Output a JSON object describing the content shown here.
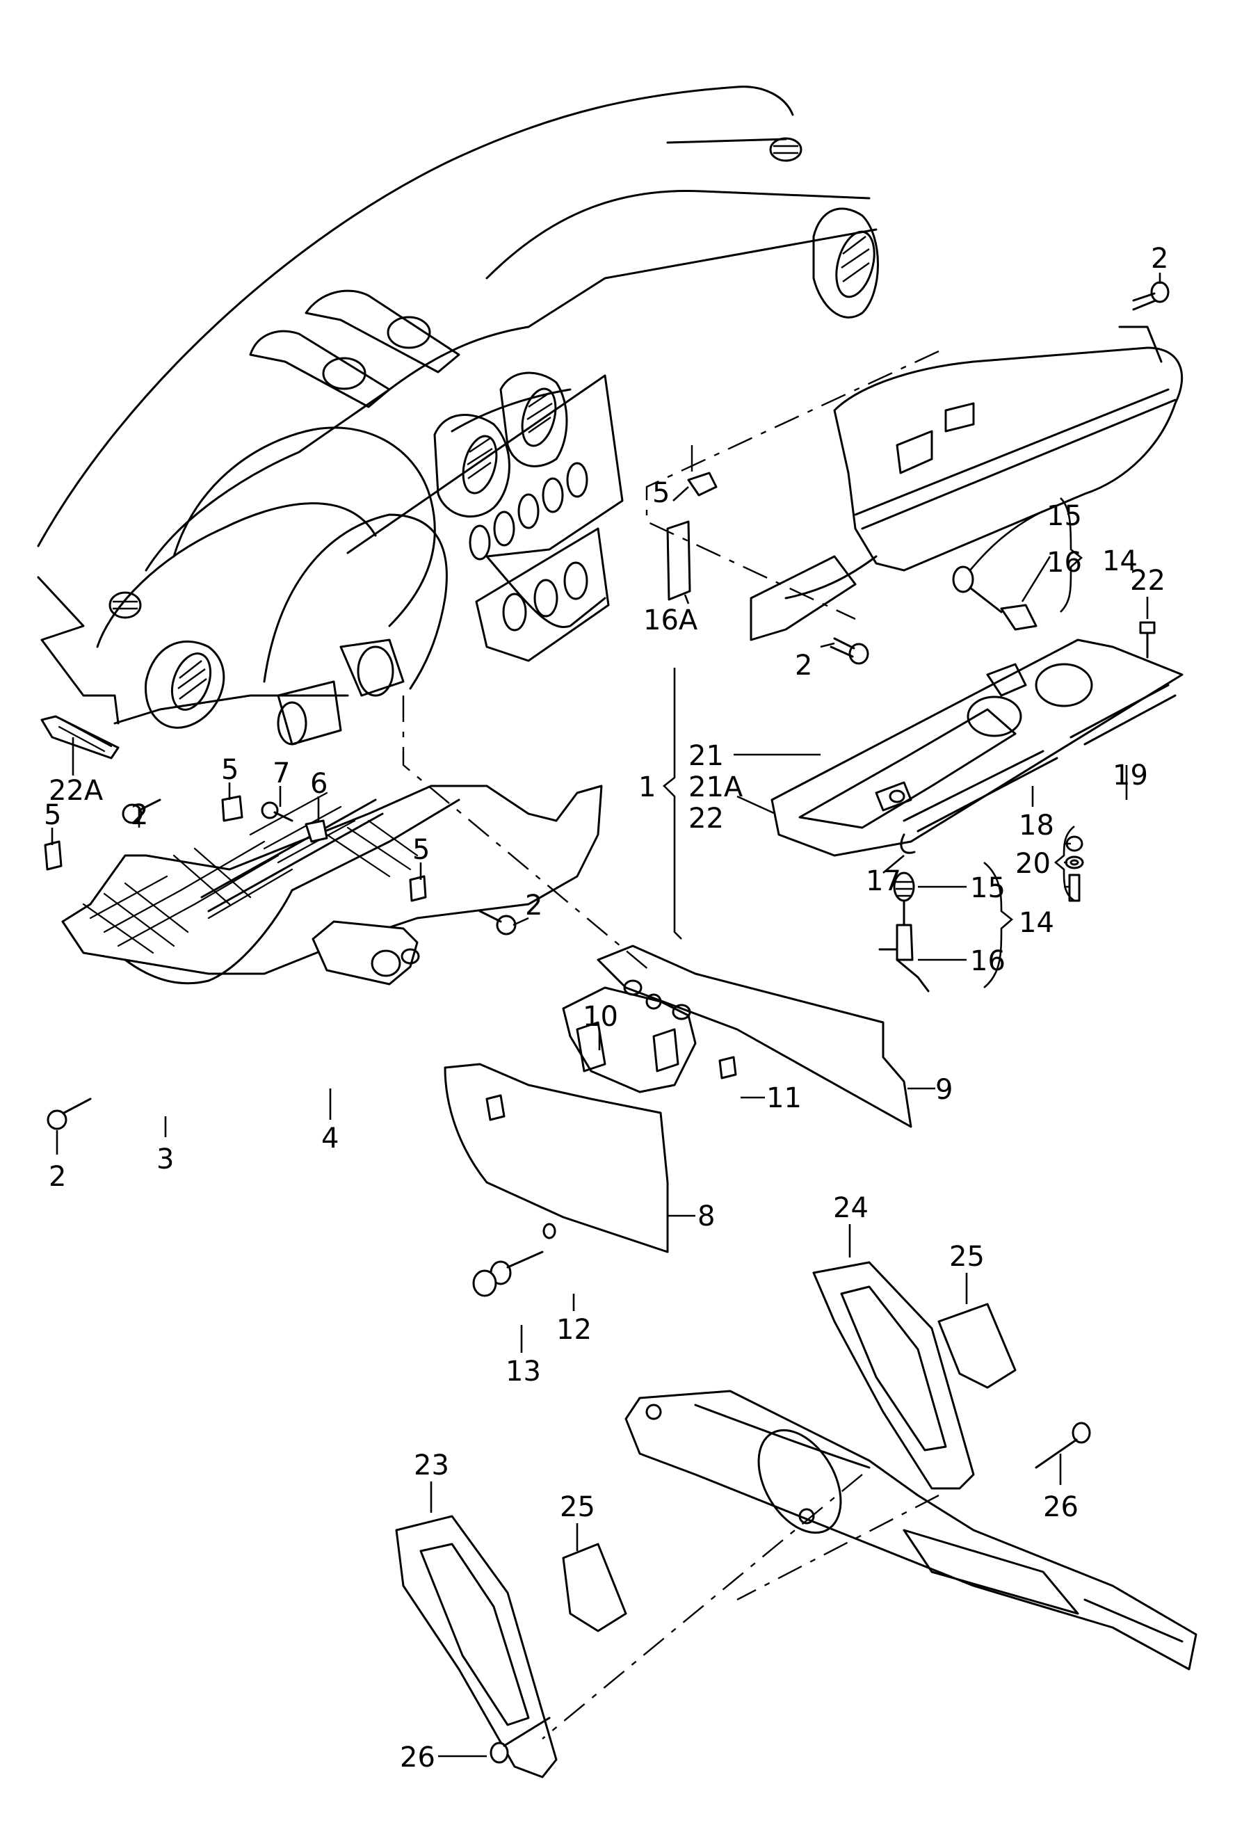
{
  "diagram": {
    "subject": "Dashboard / instrument panel trim and glove box assembly — exploded parts view",
    "labels": [
      {
        "id": "2a",
        "text": "2"
      },
      {
        "id": "5a",
        "text": "5"
      },
      {
        "id": "15a",
        "text": "15"
      },
      {
        "id": "14a",
        "text": "14"
      },
      {
        "id": "16a",
        "text": "16"
      },
      {
        "id": "22a",
        "text": "22"
      },
      {
        "id": "16A",
        "text": "16A"
      },
      {
        "id": "2b",
        "text": "2"
      },
      {
        "id": "21",
        "text": "21"
      },
      {
        "id": "1",
        "text": "1"
      },
      {
        "id": "21A",
        "text": "21A"
      },
      {
        "id": "22b",
        "text": "22"
      },
      {
        "id": "19",
        "text": "19"
      },
      {
        "id": "18",
        "text": "18"
      },
      {
        "id": "17",
        "text": "17"
      },
      {
        "id": "15b",
        "text": "15"
      },
      {
        "id": "20",
        "text": "20"
      },
      {
        "id": "14b",
        "text": "14"
      },
      {
        "id": "16b",
        "text": "16"
      },
      {
        "id": "22A",
        "text": "22A"
      },
      {
        "id": "5b",
        "text": "5"
      },
      {
        "id": "7",
        "text": "7"
      },
      {
        "id": "6",
        "text": "6"
      },
      {
        "id": "2c",
        "text": "2"
      },
      {
        "id": "5c",
        "text": "5"
      },
      {
        "id": "5d",
        "text": "5"
      },
      {
        "id": "2d",
        "text": "2"
      },
      {
        "id": "10",
        "text": "10"
      },
      {
        "id": "9",
        "text": "9"
      },
      {
        "id": "11",
        "text": "11"
      },
      {
        "id": "3",
        "text": "3"
      },
      {
        "id": "4",
        "text": "4"
      },
      {
        "id": "2e",
        "text": "2"
      },
      {
        "id": "8",
        "text": "8"
      },
      {
        "id": "24",
        "text": "24"
      },
      {
        "id": "25a",
        "text": "25"
      },
      {
        "id": "12",
        "text": "12"
      },
      {
        "id": "13",
        "text": "13"
      },
      {
        "id": "23",
        "text": "23"
      },
      {
        "id": "25b",
        "text": "25"
      },
      {
        "id": "26a",
        "text": "26"
      },
      {
        "id": "26b",
        "text": "26"
      }
    ]
  }
}
